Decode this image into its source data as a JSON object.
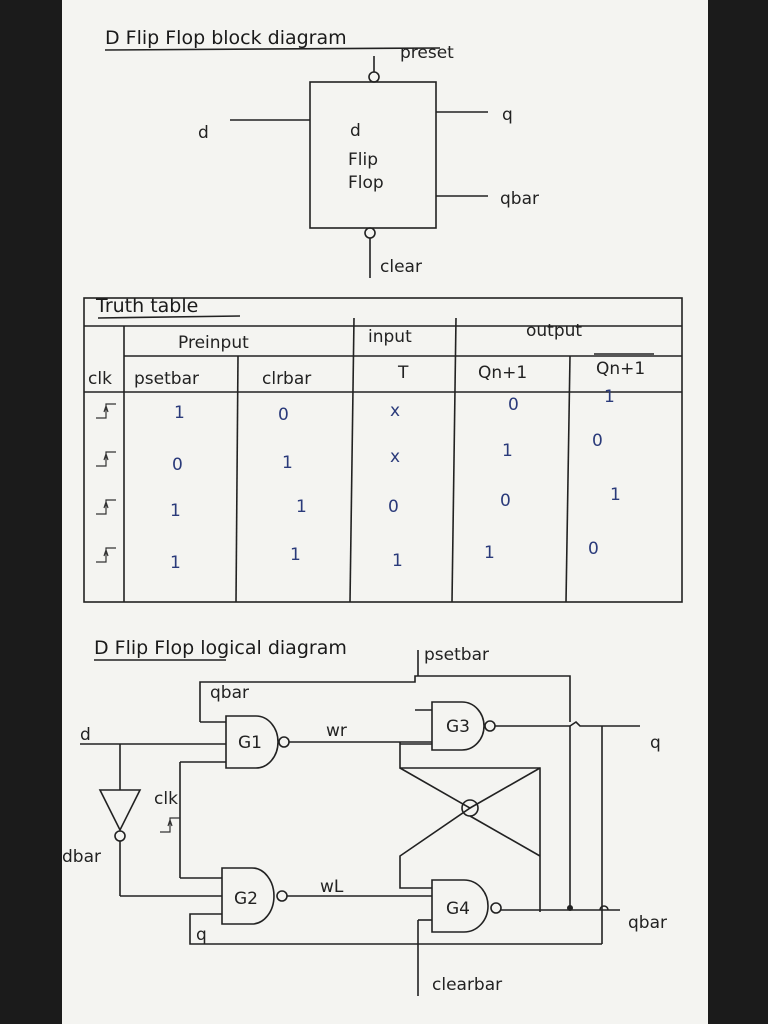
{
  "block_diagram": {
    "title": "D Flip Flop block diagram",
    "preset": "preset",
    "input_d": "d",
    "box_d": "d",
    "box_line1": "Flip",
    "box_line2": "Flop",
    "out_q": "q",
    "out_qbar": "qbar",
    "clear": "clear"
  },
  "truth_table": {
    "title": "Truth table",
    "group_headers": [
      "Preinput",
      "input",
      "output"
    ],
    "columns": [
      "clk",
      "psetbar",
      "clrbar",
      "T",
      "Qn+1",
      "Qn+1"
    ],
    "rows": [
      [
        "1",
        "0",
        "x",
        "0",
        "1"
      ],
      [
        "0",
        "1",
        "x",
        "1",
        "0"
      ],
      [
        "1",
        "1",
        "0",
        "0",
        "1"
      ],
      [
        "1",
        "1",
        "1",
        "1",
        "0"
      ]
    ]
  },
  "logic_diagram": {
    "title": "D Flip Flop logical diagram",
    "psetbar": "psetbar",
    "qbar_top": "qbar",
    "d": "d",
    "g1": "G1",
    "wr": "wr",
    "g3": "G3",
    "q": "q",
    "clk": "clk",
    "dbar": "dbar",
    "g2": "G2",
    "wl": "wL",
    "g4": "G4",
    "qbar": "qbar",
    "q_bottom": "q",
    "clearbar": "clearbar"
  }
}
